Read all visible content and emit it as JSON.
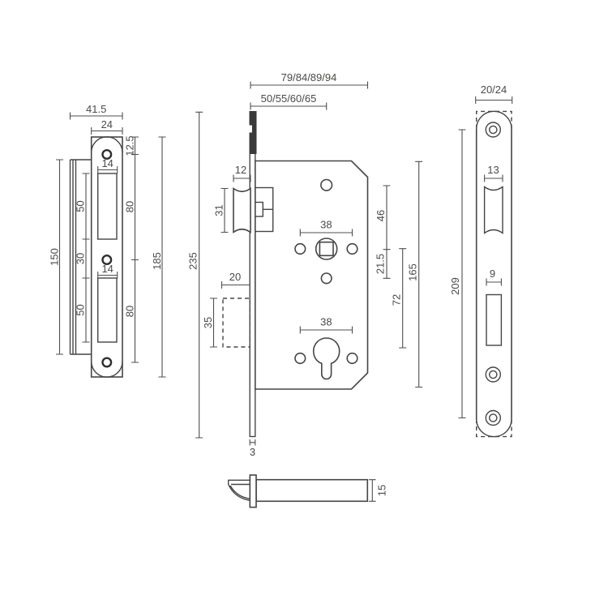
{
  "strike_plate": {
    "overall_width": "41.5",
    "plate_width": "24",
    "top_hole_offset": "12.5",
    "hole_spacing_top": "80",
    "hole_spacing_bottom": "80",
    "plate_length": "185",
    "lip_length": "150",
    "top_cutout_width": "14",
    "top_cutout_height": "50",
    "cutout_gap": "30",
    "bottom_cutout_width": "14",
    "bottom_cutout_height": "50"
  },
  "lock_body": {
    "case_depth_options": "79/84/89/94",
    "backset_options": "50/55/60/65",
    "latch_width": "12",
    "latch_height": "31",
    "spindle_hole_spacing": "38",
    "cylinder_hole_spacing": "38",
    "top_hole_to_spindle": "46",
    "spindle_to_lower_hole": "21.5",
    "centres": "72",
    "case_height": "165",
    "deadbolt_width": "20",
    "deadbolt_height": "35",
    "faceplate_length": "235",
    "faceplate_thickness": "3"
  },
  "latch_side": {
    "bolt_height": "15"
  },
  "faceplate": {
    "width_options": "20/24",
    "latch_cutout_width": "13",
    "deadbolt_cutout_width": "9",
    "screw_hole_spacing": "209"
  },
  "colors": {
    "line": "#454545",
    "dim_line": "#4f4f4f",
    "text": "#474c45",
    "background": "#ffffff"
  }
}
